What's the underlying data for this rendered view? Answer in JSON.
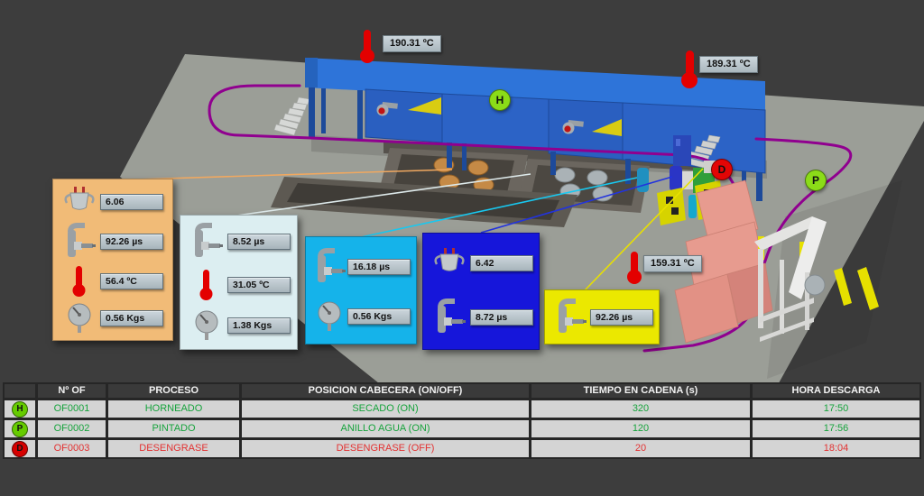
{
  "scene": {
    "background_color": "#3d3d3d",
    "floor_color": "#9b9e97",
    "conveyor_color": "#90008f",
    "temps": [
      {
        "value": "190.31 ºC"
      },
      {
        "value": "189.31 ºC"
      },
      {
        "value": "159.31 ºC"
      }
    ],
    "markers": [
      {
        "letter": "H",
        "color": "#8bdc18"
      },
      {
        "letter": "D",
        "color": "#e30505"
      },
      {
        "letter": "P",
        "color": "#8bdc18"
      }
    ],
    "panels": [
      {
        "color": "#f1bb77",
        "readings": [
          {
            "icon": "ph-sensor-icon",
            "value": "6.06"
          },
          {
            "icon": "conductivity-sensor-icon",
            "value": "92.26 µs"
          },
          {
            "icon": "temperature-sensor-icon",
            "value": "56.4 ºC"
          },
          {
            "icon": "weight-gauge-icon",
            "value": "0.56 Kgs"
          }
        ]
      },
      {
        "color": "#dceef1",
        "readings": [
          {
            "icon": "conductivity-sensor-icon",
            "value": "8.52 µs"
          },
          {
            "icon": "temperature-sensor-icon",
            "value": "31.05 ºC"
          },
          {
            "icon": "weight-gauge-icon",
            "value": "1.38 Kgs"
          }
        ]
      },
      {
        "color": "#15b3ea",
        "readings": [
          {
            "icon": "conductivity-sensor-icon",
            "value": "16.18 µs"
          },
          {
            "icon": "weight-gauge-icon",
            "value": "0.56 Kgs"
          }
        ]
      },
      {
        "color": "#1616da",
        "readings": [
          {
            "icon": "ph-sensor-icon",
            "value": "6.42"
          },
          {
            "icon": "conductivity-sensor-icon",
            "value": "8.72 µs"
          }
        ]
      },
      {
        "color": "#ebe800",
        "readings": [
          {
            "icon": "conductivity-sensor-icon",
            "value": "92.26 µs"
          }
        ]
      }
    ]
  },
  "table": {
    "headers": {
      "of": "Nº OF",
      "proceso": "PROCESO",
      "posicion": "POSICION CABECERA (ON/OFF)",
      "tiempo": "TIEMPO EN CADENA (s)",
      "hora": "HORA DESCARGA"
    },
    "rows": [
      {
        "badge": "H",
        "badge_color": "#66cc00",
        "color": "#16a33c",
        "of": "OF0001",
        "proceso": "HORNEADO",
        "posicion": "SECADO (ON)",
        "tiempo": "320",
        "hora": "17:50"
      },
      {
        "badge": "P",
        "badge_color": "#66cc00",
        "color": "#16a33c",
        "of": "OF0002",
        "proceso": "PINTADO",
        "posicion": "ANILLO AGUA (ON)",
        "tiempo": "120",
        "hora": "17:56"
      },
      {
        "badge": "D",
        "badge_color": "#d60000",
        "color": "#e33131",
        "of": "OF0003",
        "proceso": "DESENGRASE",
        "posicion": "DESENGRASE (OFF)",
        "tiempo": "20",
        "hora": "18:04"
      }
    ]
  }
}
